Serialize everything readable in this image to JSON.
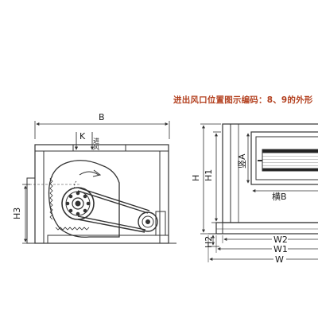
{
  "caption": "进出风口位置图示编码：8、9的外形",
  "side_view": {
    "dim_B": "B",
    "dim_H3": "H3",
    "mark_K": "K",
    "mark_inlet": "进风"
  },
  "front_view": {
    "dim_H": "H",
    "dim_H1": "H1",
    "dim_H2": "H2",
    "dim_A": "竖A",
    "dim_B": "横B",
    "dim_W2": "W2",
    "dim_W1": "W1",
    "dim_W": "W"
  },
  "colors": {
    "line": "#333333",
    "caption": "#b3401f",
    "fan_blade": "#222222"
  }
}
